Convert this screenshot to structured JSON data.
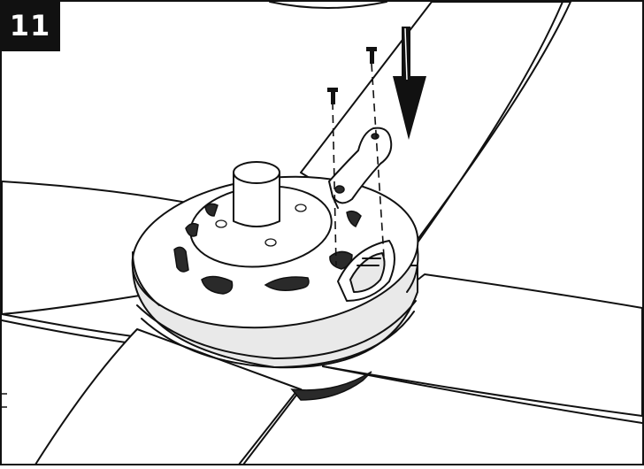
{
  "diagram": {
    "step_number": "11",
    "colors": {
      "line": "#111111",
      "fill": "#ffffff",
      "badge_background": "#111111",
      "badge_text": "#ffffff"
    },
    "icons": [
      "screw-icon",
      "down-arrow-icon",
      "blade-bracket",
      "motor-housing"
    ]
  }
}
